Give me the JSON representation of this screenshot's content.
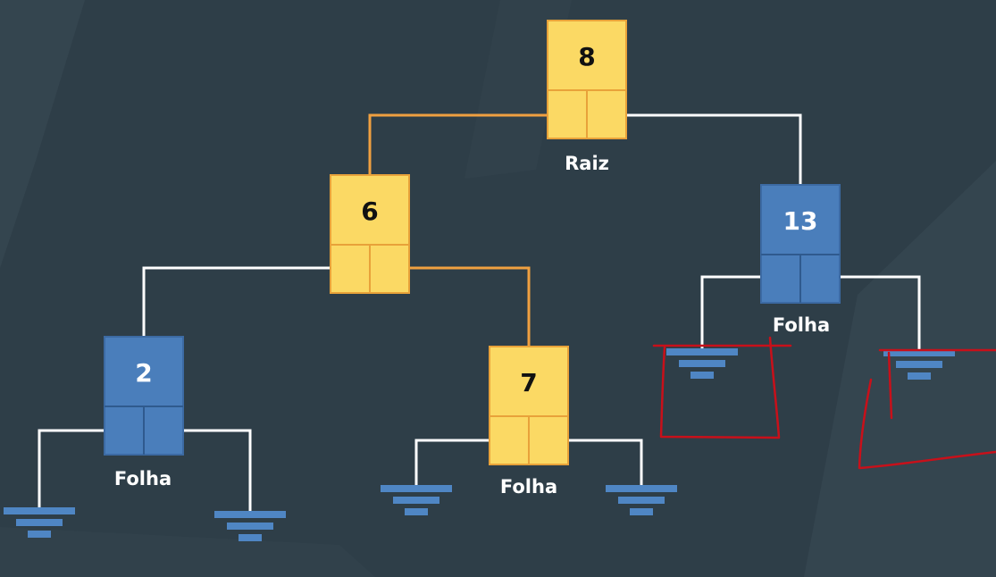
{
  "colors": {
    "background": "#2e3e48",
    "yellow_fill": "#fbd964",
    "yellow_stroke": "#e8a23a",
    "blue_fill": "#4a7ebb",
    "blue_stroke": "#3c6aa3",
    "orange_edge": "#f0a040",
    "white_edge": "#ffffff",
    "ground": "#4f86c4",
    "annotation": "#c8101a"
  },
  "nodes": [
    {
      "id": "n8",
      "value": "8",
      "style": "yellow",
      "label": "Raiz"
    },
    {
      "id": "n6",
      "value": "6",
      "style": "yellow",
      "label": ""
    },
    {
      "id": "n13",
      "value": "13",
      "style": "blue",
      "label": "Folha"
    },
    {
      "id": "n2",
      "value": "2",
      "style": "blue",
      "label": "Folha"
    },
    {
      "id": "n7",
      "value": "7",
      "style": "yellow",
      "label": "Folha"
    }
  ],
  "edges": [
    {
      "from": "n8",
      "to": "n6",
      "color": "orange"
    },
    {
      "from": "n8",
      "to": "n13",
      "color": "white"
    },
    {
      "from": "n6",
      "to": "n2",
      "color": "white"
    },
    {
      "from": "n6",
      "to": "n7",
      "color": "orange"
    }
  ],
  "null_children": [
    {
      "parent": "n2",
      "side": "left"
    },
    {
      "parent": "n2",
      "side": "right"
    },
    {
      "parent": "n7",
      "side": "left"
    },
    {
      "parent": "n7",
      "side": "right"
    },
    {
      "parent": "n13",
      "side": "left"
    },
    {
      "parent": "n13",
      "side": "right"
    }
  ],
  "annotations": [
    {
      "kind": "red-freehand-box",
      "target": "n13-left-null"
    },
    {
      "kind": "red-freehand-stroke",
      "target": "n13-right-null"
    }
  ]
}
